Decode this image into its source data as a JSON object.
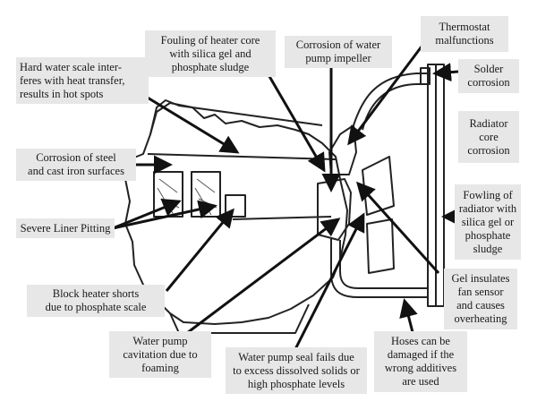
{
  "labels": {
    "fouling_heater_core": "Fouling of heater core\nwith silica gel and\nphosphate sludge",
    "water_pump_impeller": "Corrosion of water\npump impeller",
    "thermostat": "Thermostat\nmalfunctions",
    "hard_water_scale": "Hard water scale inter-\nferes with heat transfer,\nresults  in hot spots",
    "solder_corrosion": "Solder\ncorrosion",
    "radiator_core": "Radiator\ncore\ncorrosion",
    "steel_iron": "Corrosion of steel\nand cast iron surfaces",
    "fowling_radiator": "Fowling of\nradiator with\nsilica gel or\nphosphate\nsludge",
    "liner_pitting": "Severe Liner Pitting",
    "block_heater": "Block heater shorts\ndue to phosphate scale",
    "gel_insulates": "Gel insulates\nfan sensor\nand causes\noverheating",
    "cavitation": "Water pump\ncavitation due to\nfoaming",
    "seal_fails": "Water pump seal fails due\nto excess dissolved solids or\nhigh phosphate levels",
    "hoses": "Hoses can be\ndamaged if the\nwrong additives\nare used"
  }
}
